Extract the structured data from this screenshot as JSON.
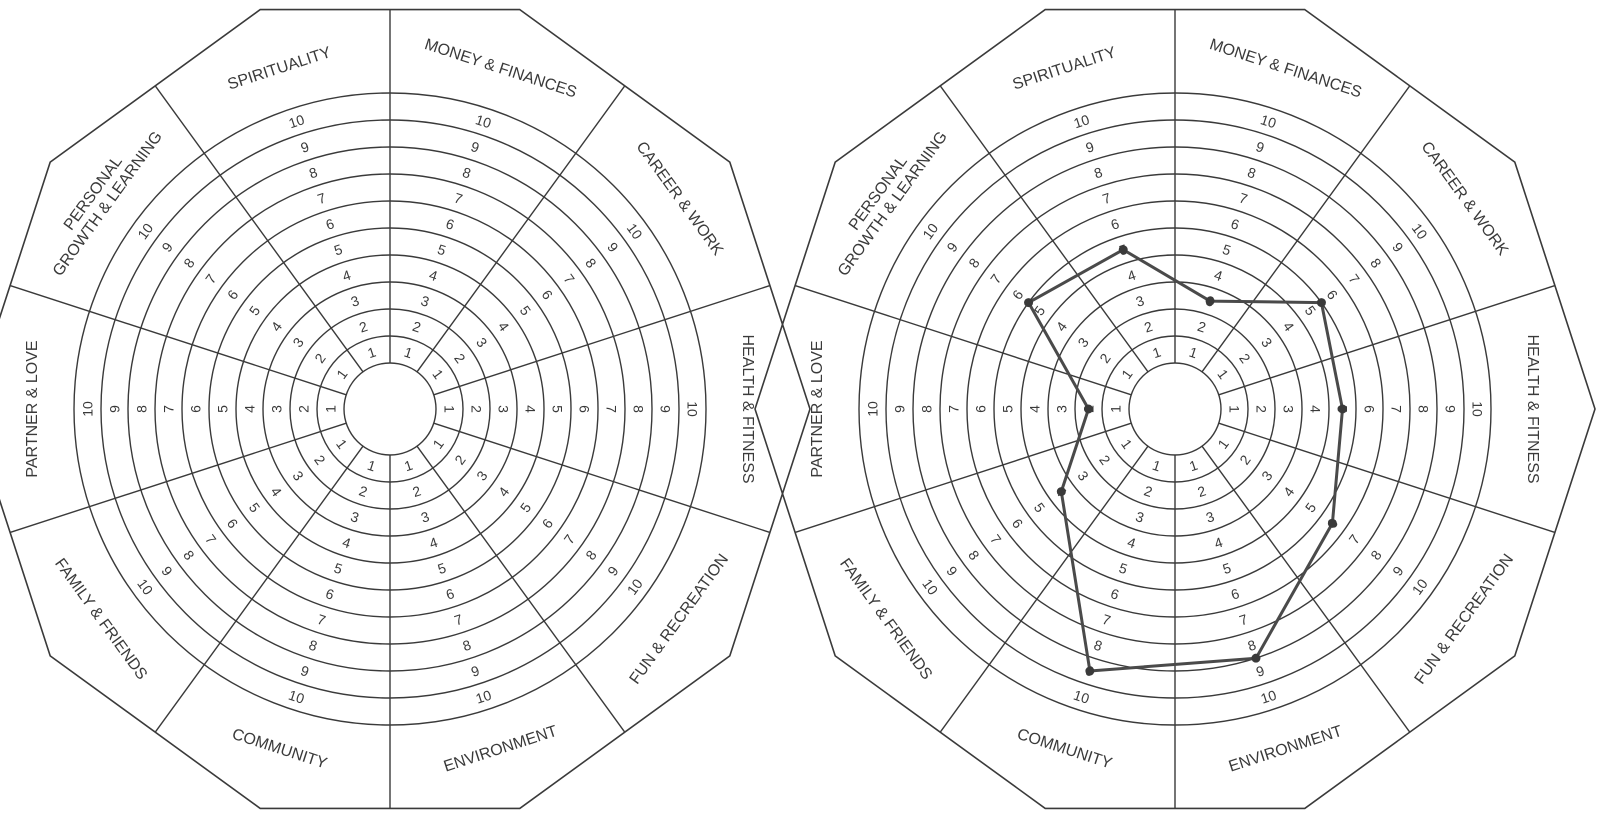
{
  "chart_data": [
    {
      "type": "radar",
      "categories": [
        "MONEY & FINANCES",
        "CAREER & WORK",
        "HEALTH & FITNESS",
        "FUN & RECREATION",
        "ENVIRONMENT",
        "COMMUNITY",
        "FAMILY & FRIENDS",
        "PARTNER & LOVE",
        "PERSONAL GROWTH & LEARNING",
        "SPIRITUALITY"
      ],
      "scale": [
        1,
        2,
        3,
        4,
        5,
        6,
        7,
        8,
        9,
        10
      ],
      "series": []
    },
    {
      "type": "radar",
      "categories": [
        "MONEY & FINANCES",
        "CAREER & WORK",
        "HEALTH & FITNESS",
        "FUN & RECREATION",
        "ENVIRONMENT",
        "COMMUNITY",
        "FAMILY & FRIENDS",
        "PARTNER & LOVE",
        "PERSONAL GROWTH & LEARNING",
        "SPIRITUALITY"
      ],
      "scale": [
        1,
        2,
        3,
        4,
        5,
        6,
        7,
        8,
        9,
        10
      ],
      "series": [
        {
          "values": [
            2.5,
            5,
            4.5,
            5.5,
            8,
            8.5,
            3.5,
            1.5,
            5,
            4.5
          ]
        }
      ]
    }
  ]
}
